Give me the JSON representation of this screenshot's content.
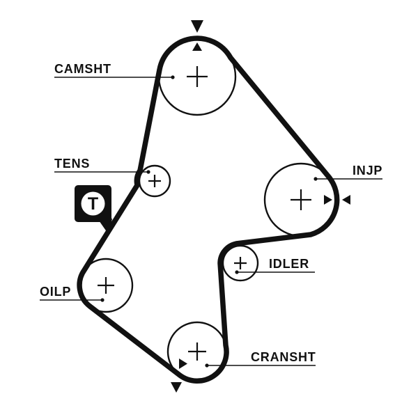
{
  "diagram": {
    "type": "timing-belt-routing",
    "labels": {
      "camshaft": "CAMSHT",
      "tensioner": "TENS",
      "oil_pump": "OILP",
      "crankshaft": "CRANSHT",
      "idler": "IDLER",
      "injection_pump": "INJP"
    },
    "badge": {
      "letter": "T"
    },
    "colors": {
      "ink": "#111111",
      "background": "#ffffff"
    }
  }
}
